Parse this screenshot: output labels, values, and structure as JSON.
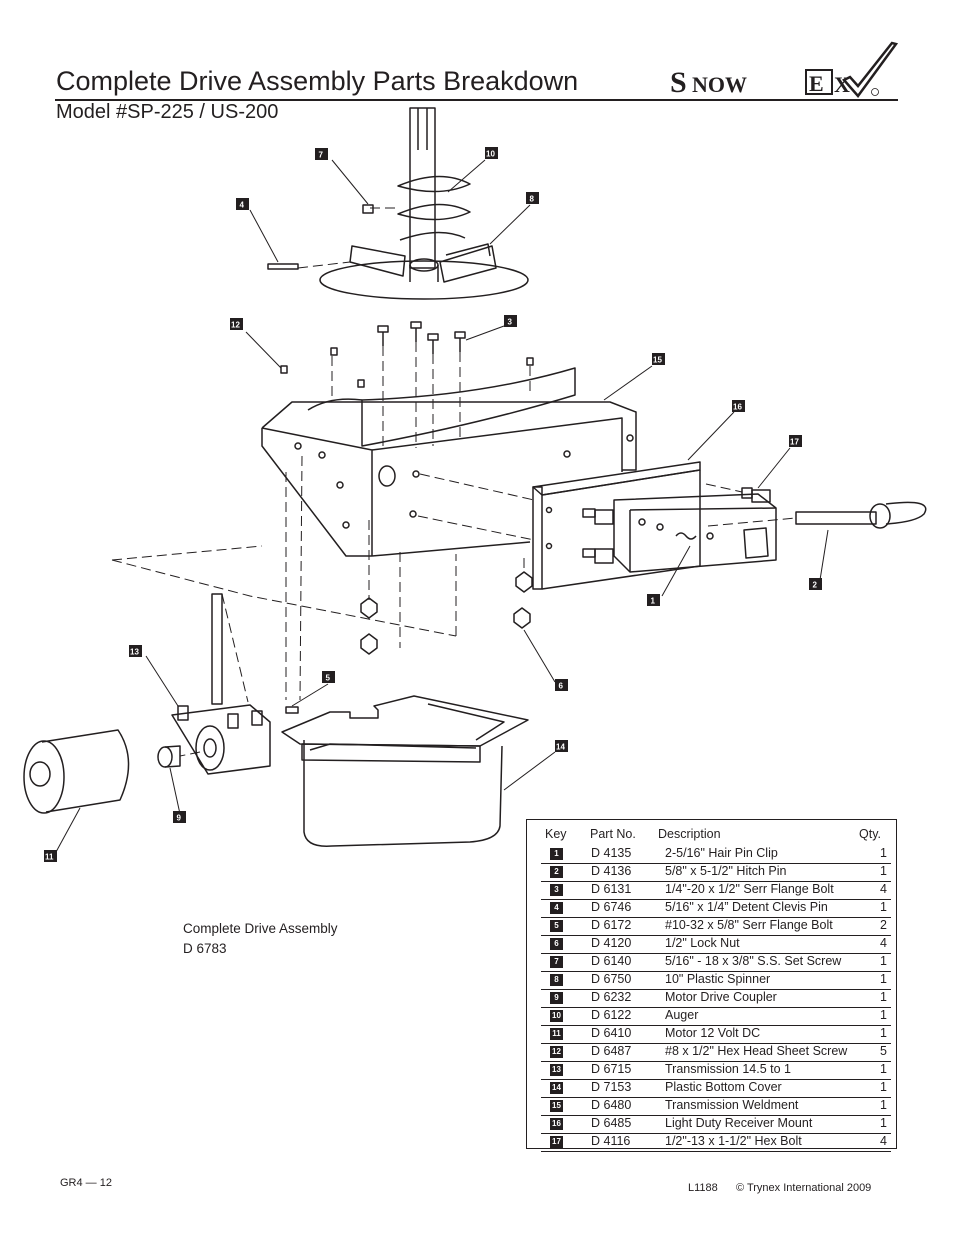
{
  "header": {
    "title": "Complete Drive Assembly Parts Breakdown",
    "subtitle": "Model #SP-225 / US-200",
    "logo_text": "SnowEx"
  },
  "assembly": {
    "name": "Complete Drive Assembly",
    "part_number": "D 6783"
  },
  "callouts": [
    "1",
    "2",
    "3",
    "4",
    "5",
    "6",
    "7",
    "8",
    "9",
    "10",
    "11",
    "12",
    "13",
    "14",
    "15",
    "16",
    "17"
  ],
  "parts_table": {
    "headers": {
      "key": "Key",
      "part": "Part No.",
      "desc": "Description",
      "qty": "Qty."
    },
    "rows": [
      {
        "key": "1",
        "part": "D 4135",
        "desc": "2-5/16\" Hair Pin Clip",
        "qty": "1"
      },
      {
        "key": "2",
        "part": "D 4136",
        "desc": "5/8\" x 5-1/2\" Hitch Pin",
        "qty": "1"
      },
      {
        "key": "3",
        "part": "D 6131",
        "desc": "1/4\"-20 x 1/2\" Serr Flange Bolt",
        "qty": "4"
      },
      {
        "key": "4",
        "part": "D 6746",
        "desc": "5/16\" x 1/4” Detent Clevis Pin",
        "qty": "1"
      },
      {
        "key": "5",
        "part": "D 6172",
        "desc": "#10-32 x 5/8\" Serr Flange Bolt",
        "qty": "2"
      },
      {
        "key": "6",
        "part": "D 4120",
        "desc": "1/2\" Lock Nut",
        "qty": "4"
      },
      {
        "key": "7",
        "part": "D 6140",
        "desc": "5/16\" - 18 x 3/8\" S.S. Set Screw",
        "qty": "1"
      },
      {
        "key": "8",
        "part": "D 6750",
        "desc": "10\" Plastic Spinner",
        "qty": "1"
      },
      {
        "key": "9",
        "part": "D 6232",
        "desc": "Motor Drive Coupler",
        "qty": "1"
      },
      {
        "key": "10",
        "part": "D 6122",
        "desc": "Auger",
        "qty": "1"
      },
      {
        "key": "11",
        "part": "D 6410",
        "desc": "Motor 12 Volt DC",
        "qty": "1"
      },
      {
        "key": "12",
        "part": "D 6487",
        "desc": "#8 x 1/2\" Hex Head Sheet Screw",
        "qty": "5"
      },
      {
        "key": "13",
        "part": "D 6715",
        "desc": "Transmission 14.5 to 1",
        "qty": "1"
      },
      {
        "key": "14",
        "part": "D 7153",
        "desc": "Plastic Bottom Cover",
        "qty": "1"
      },
      {
        "key": "15",
        "part": "D 6480",
        "desc": "Transmission Weldment",
        "qty": "1"
      },
      {
        "key": "16",
        "part": "D 6485",
        "desc": "Light Duty Receiver Mount",
        "qty": "1"
      },
      {
        "key": "17",
        "part": "D 4116",
        "desc": "1/2\"-13 x 1-1/2\" Hex Bolt",
        "qty": "4"
      }
    ]
  },
  "footer": {
    "page": "GR4 — 12",
    "doc_code": "L1188",
    "copyright": "© Trynex International 2009"
  }
}
